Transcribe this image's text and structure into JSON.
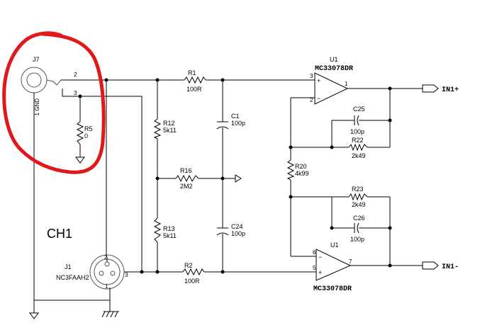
{
  "channel_label": "CH1",
  "connectors": {
    "j7": {
      "ref": "J7",
      "pin2": "2",
      "pin3": "3",
      "pin1": "1 GND"
    },
    "j1": {
      "ref": "J1",
      "part": "NC3FAAH2",
      "pin1": "1",
      "pin2": "2",
      "pin3": "3"
    }
  },
  "resistors": {
    "r1": {
      "ref": "R1",
      "value": "100R"
    },
    "r2": {
      "ref": "R2",
      "value": "100R"
    },
    "r5": {
      "ref": "R5",
      "value": "0"
    },
    "r12": {
      "ref": "R12",
      "value": "5k11"
    },
    "r13": {
      "ref": "R13",
      "value": "5k11"
    },
    "r16": {
      "ref": "R16",
      "value": "2M2"
    },
    "r20": {
      "ref": "R20",
      "value": "4k99"
    },
    "r22": {
      "ref": "R22",
      "value": "2k49"
    },
    "r23": {
      "ref": "R23",
      "value": "2k49"
    }
  },
  "capacitors": {
    "c1": {
      "ref": "C1",
      "value": "100p"
    },
    "c24": {
      "ref": "C24",
      "value": "100p"
    },
    "c25": {
      "ref": "C25",
      "value": "100p"
    },
    "c26": {
      "ref": "C26",
      "value": "100p"
    }
  },
  "opamps": {
    "top": {
      "ref": "U1",
      "part": "MC33078DR",
      "pin_pos": "3",
      "pin_neg": "2",
      "pin_out": "1"
    },
    "bottom": {
      "ref": "U1",
      "part": "MC33078DR",
      "pin_neg": "6",
      "pin_pos": "5",
      "pin_out": "7"
    }
  },
  "nets": {
    "out_pos": "IN1+",
    "out_neg": "IN1-"
  },
  "annotation_color": "#e0181b"
}
